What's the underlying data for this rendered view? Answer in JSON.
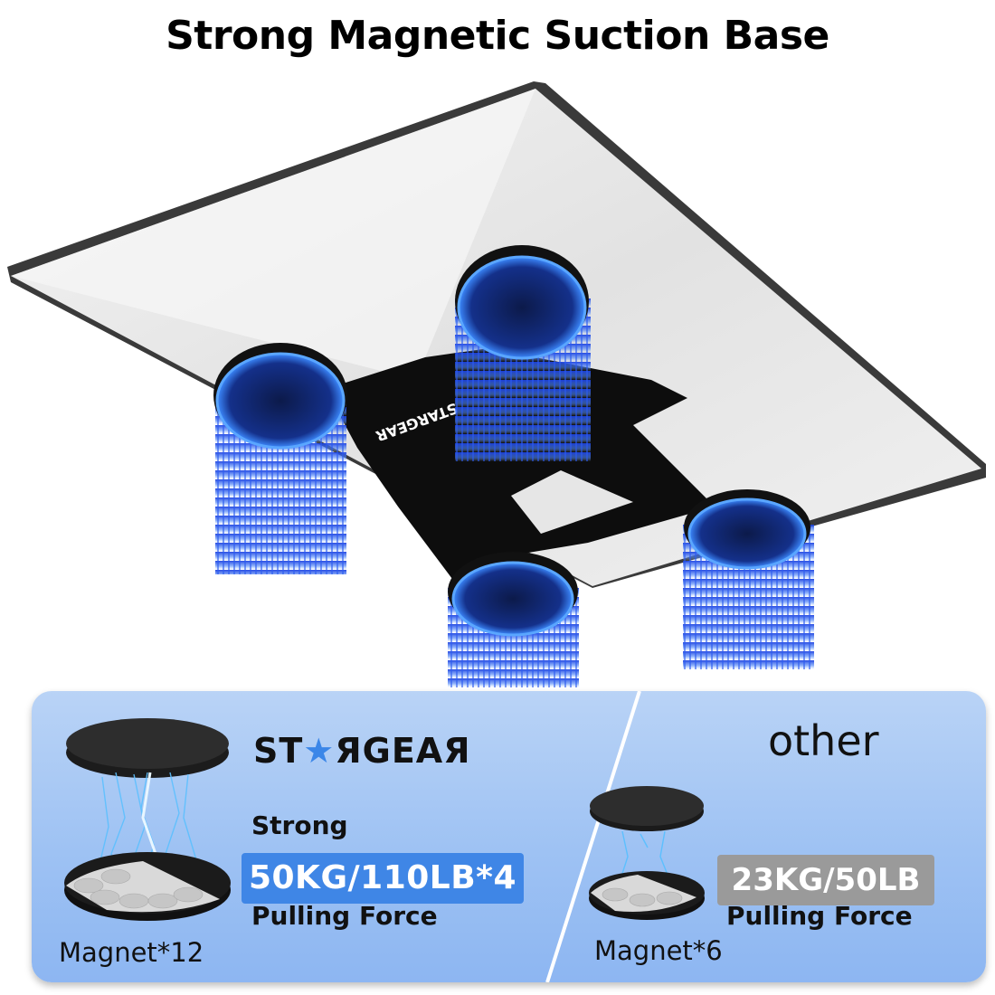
{
  "header": {
    "title": "Strong Magnetic Suction Base"
  },
  "product": {
    "description": "Tablet-style board underside with black X-shaped mounting plate and 4 glowing blue magnets",
    "plate_logo": "STARGEAR (mirrored)",
    "magnet_count": 4,
    "colors": {
      "magnet_glow": "#2a6cf5",
      "plate": "#0d0d0d",
      "board": "#e9e9e9",
      "board_edge": "#4a4a4a"
    }
  },
  "comparison": {
    "panel_colors": {
      "top": "#b9d3f6",
      "bottom": "#8db6f2"
    },
    "ours": {
      "brand_prefix": "ST",
      "brand_star": "★",
      "brand_suffix": "ЯGEAЯ",
      "magnet_label": "Magnet*12",
      "strength_label": "Strong",
      "force_value": "50KG/110LB*4",
      "force_caption": "Pulling Force",
      "badge_color": "#3f86e6"
    },
    "other": {
      "label": "other",
      "magnet_label": "Magnet*6",
      "force_value": "23KG/50LB",
      "force_caption": "Pulling Force",
      "badge_color": "#9a9a9a"
    }
  }
}
